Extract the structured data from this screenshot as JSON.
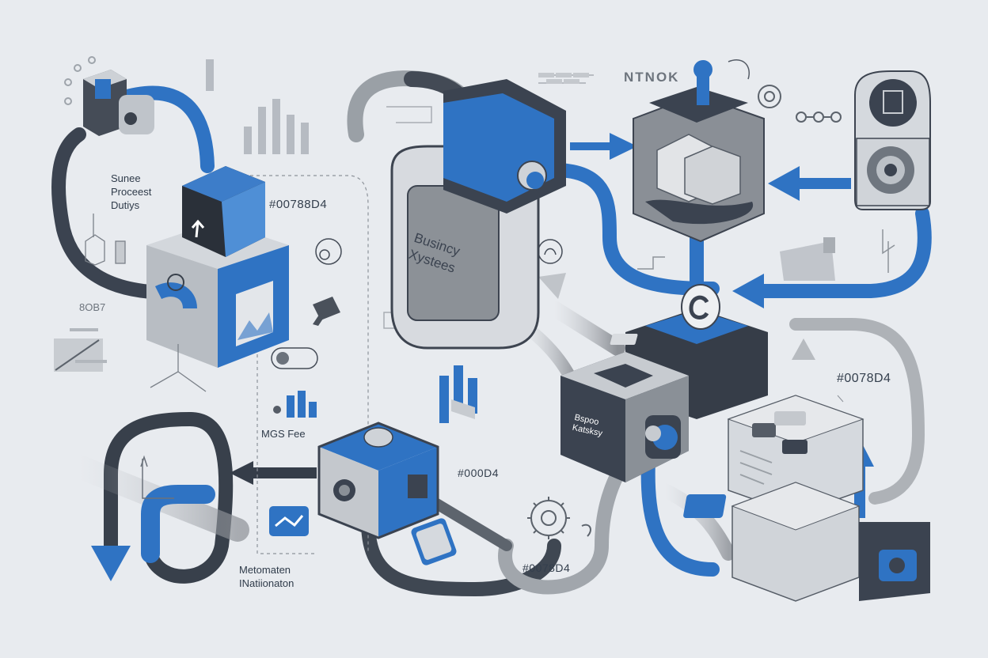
{
  "labels": {
    "source_process": [
      "Sunee",
      "Proceest",
      "Dutiys"
    ],
    "business_systems": [
      "Busincy",
      "Xystees"
    ],
    "hex_top": "#00788D4",
    "hex_mid": "#000D4",
    "hex_bottom": "#0078D4",
    "hex_right": "#0078D4",
    "mgs_fee": "MGS Fee",
    "automation": [
      "Metomaten",
      "INatiionaton"
    ],
    "cube_label": [
      "Bspoo",
      "Katsksy"
    ],
    "header_fragment": "NTNOK",
    "small_figure": "8OB7"
  },
  "colors": {
    "accent": "#2f73c3",
    "dark": "#38404b",
    "mid_gray": "#8a8f96",
    "light_gray": "#cfd3d8",
    "background": "#e8ebef"
  },
  "icons": [
    "server-cube-icon",
    "sorting-machine-icon",
    "database-cube-icon",
    "gear-icon",
    "camera-device-icon",
    "chart-bars-icon",
    "flow-arrow-icon",
    "robot-gripper-icon"
  ]
}
